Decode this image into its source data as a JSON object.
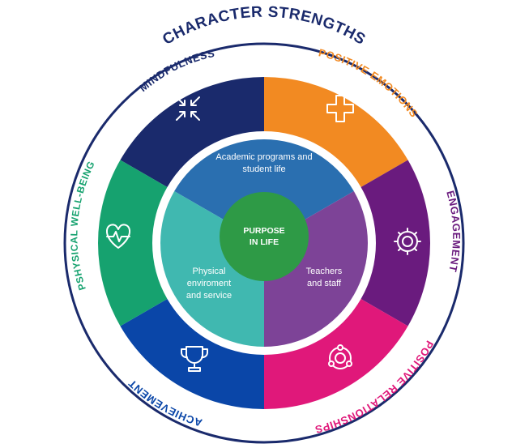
{
  "title": "CHARACTER STRENGTHS",
  "center": {
    "line1": "PURPOSE",
    "line2": "IN LIFE",
    "color": "#2E9A46"
  },
  "outer_segments": [
    {
      "label": "MINDFULNESS",
      "color": "#1A2A6C",
      "icon": "arrows-converge-icon"
    },
    {
      "label": "POSITIVE EMOTIONS",
      "color": "#F28A22",
      "icon": "cross-plus-icon"
    },
    {
      "label": "ENGAGEMENT",
      "color": "#6A1B7E",
      "icon": "gear-icon"
    },
    {
      "label": "POSITIVE RELATIONSHIPS",
      "color": "#E0187A",
      "icon": "connected-circle-icon"
    },
    {
      "label": "ACHIEVEMENT",
      "color": "#0A46A8",
      "icon": "trophy-icon"
    },
    {
      "label": "PSHYSICAL WELL-BEING",
      "color": "#16A26F",
      "icon": "heart-pulse-icon"
    }
  ],
  "inner_segments": [
    {
      "lines": [
        "Academic programs and",
        "student life"
      ],
      "color": "#2A6FB0"
    },
    {
      "lines": [
        "Teachers",
        "and staff"
      ],
      "color": "#7D4397"
    },
    {
      "lines": [
        "Physical",
        "enviroment",
        "and service"
      ],
      "color": "#40B8B0"
    }
  ],
  "colors": {
    "ring": "#1A2A6C",
    "inner_border": "#ffffff"
  }
}
